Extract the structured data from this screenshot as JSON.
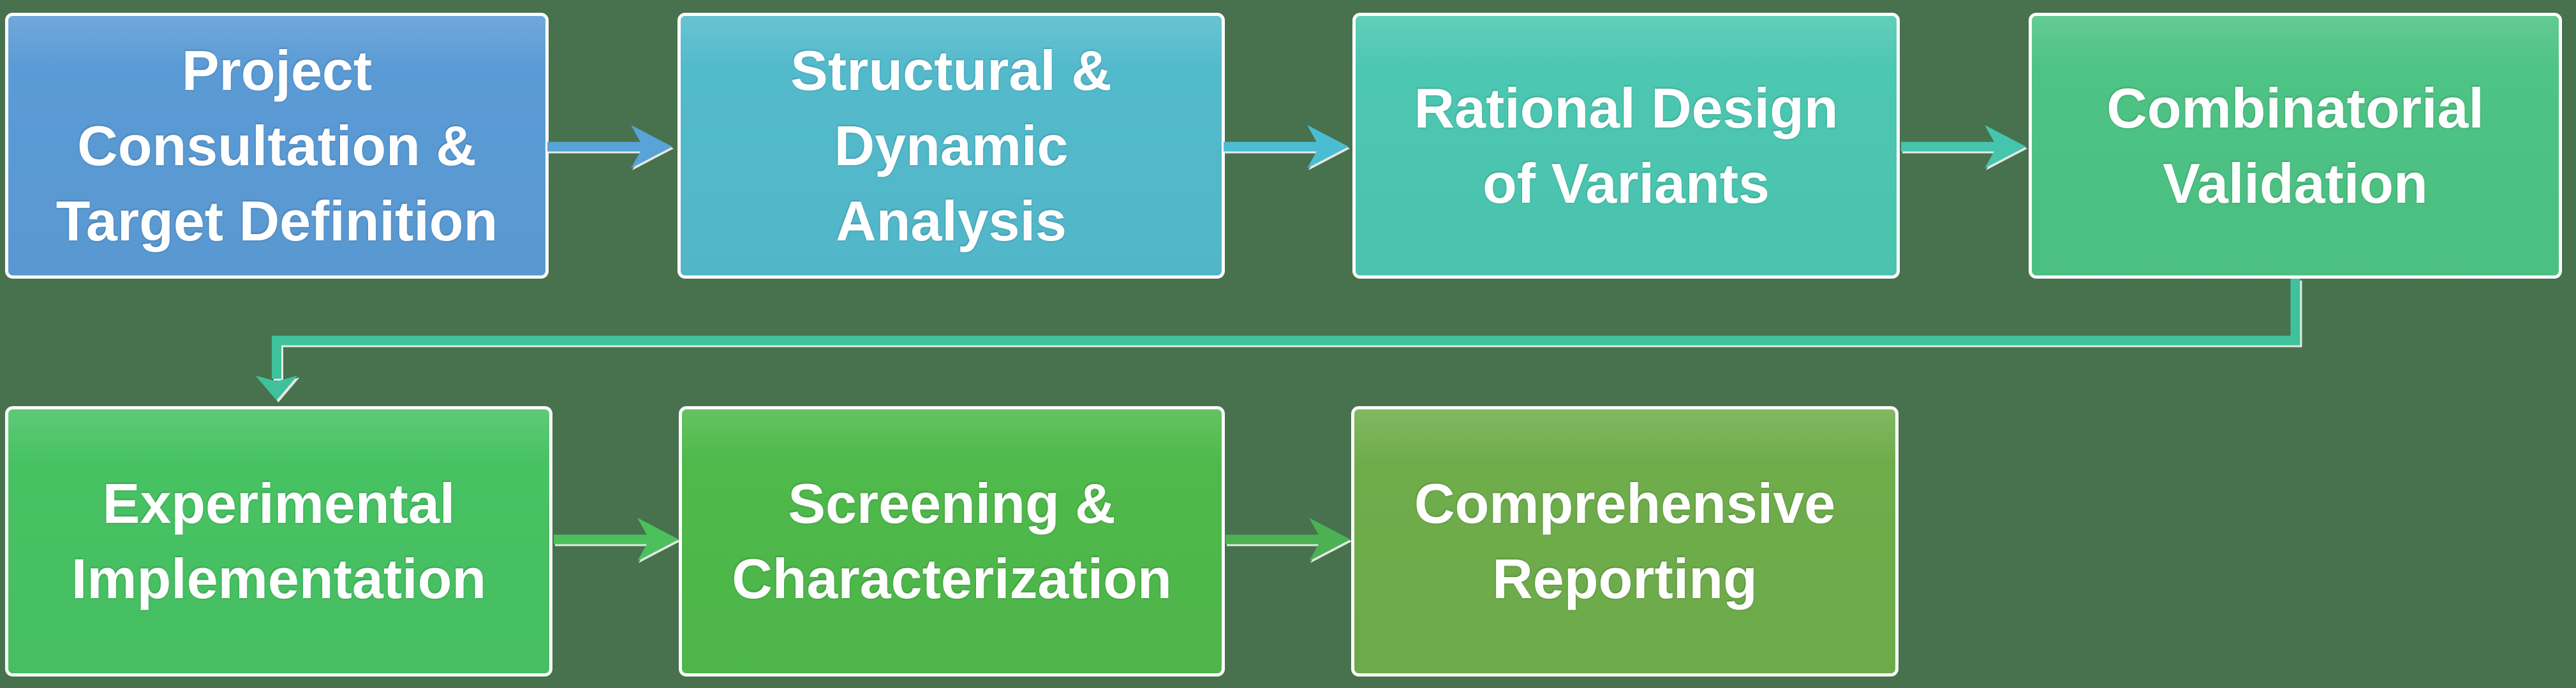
{
  "diagram": {
    "background_color": "#48714E",
    "text_color": "#FFFFFF",
    "stages": [
      {
        "lines": [
          "Project",
          "Consultation &",
          "Target Definition"
        ],
        "color": "#5B9BD5"
      },
      {
        "lines": [
          "Structural &",
          "Dynamic",
          "Analysis"
        ],
        "color": "#53BACC"
      },
      {
        "lines": [
          "Rational Design",
          "of Variants"
        ],
        "color": "#4CC7B1"
      },
      {
        "lines": [
          "Combinatorial",
          "Validation"
        ],
        "color": "#4DC384"
      },
      {
        "lines": [
          "Experimental",
          "Implementation"
        ],
        "color": "#47C263"
      },
      {
        "lines": [
          "Screening &",
          "Characterization"
        ],
        "color": "#4FB94B"
      },
      {
        "lines": [
          "Comprehensive",
          "Reporting"
        ],
        "color": "#6FAD4B"
      }
    ],
    "connectors": [
      {
        "from": "Project Consultation & Target Definition",
        "to": "Structural & Dynamic Analysis",
        "color": "#58A3D7"
      },
      {
        "from": "Structural & Dynamic Analysis",
        "to": "Rational Design of Variants",
        "color": "#4BBDD3"
      },
      {
        "from": "Rational Design of Variants",
        "to": "Combinatorial Validation",
        "color": "#45C5AD"
      },
      {
        "from": "Combinatorial Validation",
        "to": "Experimental Implementation",
        "color": "#3FC29B"
      },
      {
        "from": "Experimental Implementation",
        "to": "Screening & Characterization",
        "color": "#4CC05D"
      },
      {
        "from": "Screening & Characterization",
        "to": "Comprehensive Reporting",
        "color": "#4BB153"
      }
    ]
  }
}
